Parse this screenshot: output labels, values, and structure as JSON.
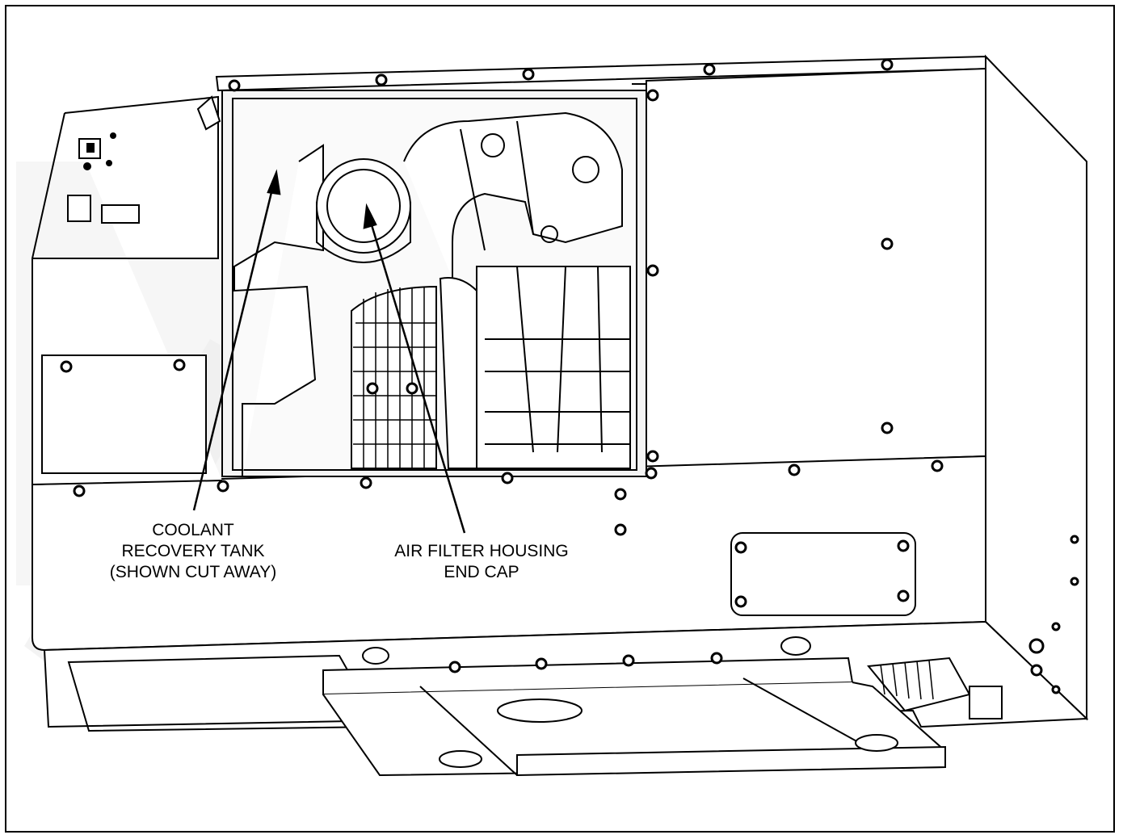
{
  "labels": {
    "coolant": {
      "line1": "COOLANT",
      "line2": "RECOVERY TANK",
      "line3": "(SHOWN CUT AWAY)"
    },
    "air_filter": {
      "line1": "AIR FILTER HOUSING",
      "line2": "END CAP"
    }
  },
  "colors": {
    "line": "#000000",
    "panel": "#ffffff",
    "watermark": "#eeeeee",
    "cutaway": "#f5f5f5"
  }
}
